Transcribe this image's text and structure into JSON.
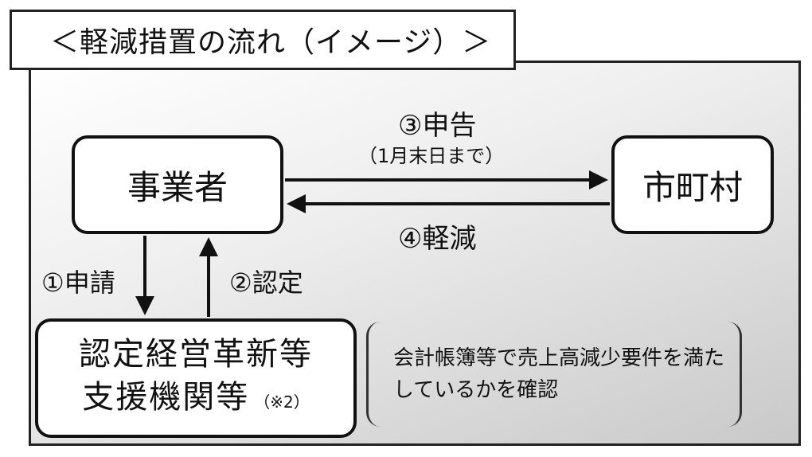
{
  "title": "＜軽減措置の流れ（イメージ）＞",
  "nodes": {
    "business": "事業者",
    "municipality": "市町村",
    "support_line1": "認定経営革新等",
    "support_line2": "支援機関等",
    "support_note": "（※2）"
  },
  "steps": {
    "apply": "①申請",
    "certify": "②認定",
    "declare": "③申告",
    "declare_deadline": "（1月末日まで）",
    "reduce": "④軽減"
  },
  "check_note": "会計帳簿等で売上高減少要件を満たしているかを確認"
}
